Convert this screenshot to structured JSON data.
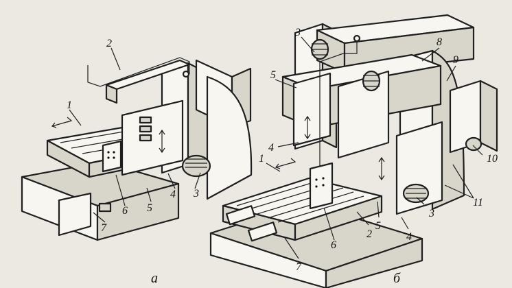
{
  "figure": {
    "panels": [
      {
        "id": "a",
        "caption": "а",
        "callouts": [
          "1",
          "2",
          "3",
          "4",
          "5",
          "6",
          "7"
        ]
      },
      {
        "id": "b",
        "caption": "б",
        "callouts": [
          "1",
          "2",
          "3",
          "3",
          "4",
          "4",
          "5",
          "5",
          "6",
          "7",
          "8",
          "9",
          "10",
          "11"
        ]
      }
    ]
  }
}
